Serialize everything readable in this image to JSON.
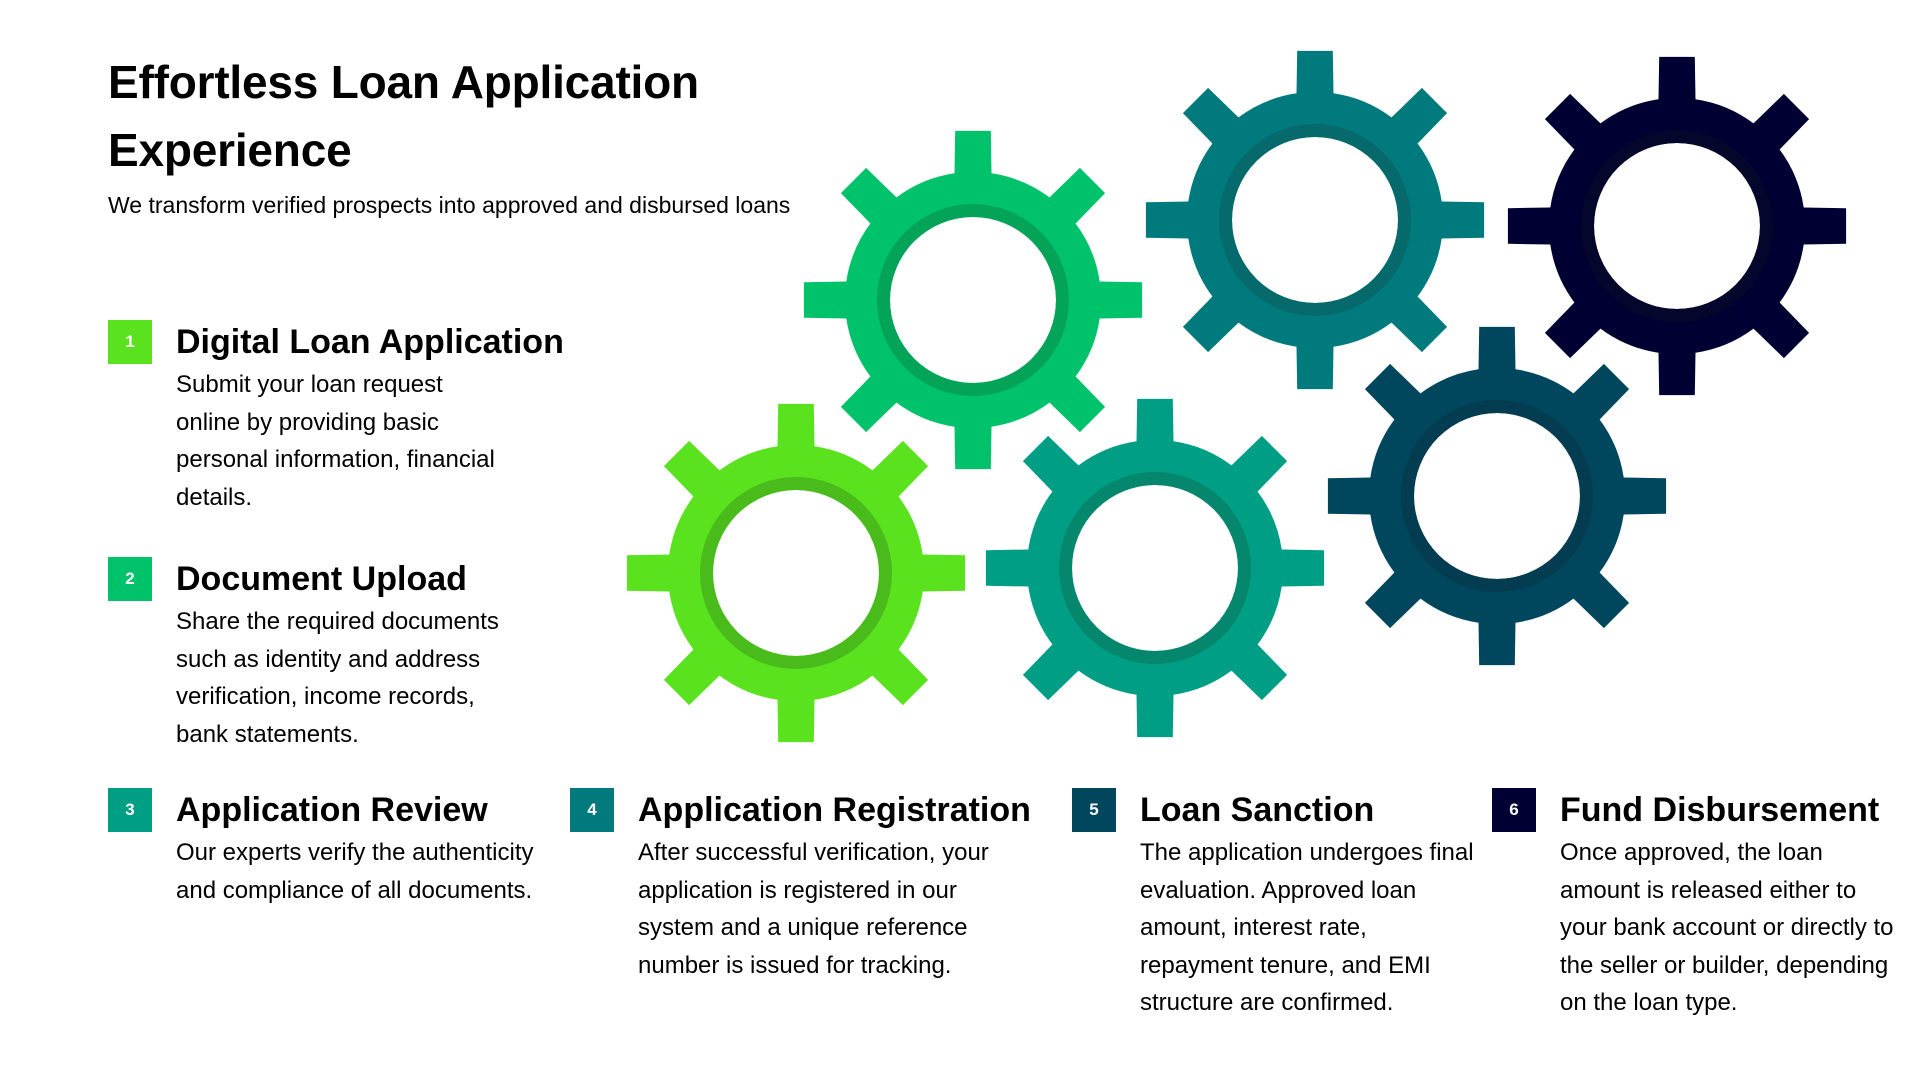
{
  "header": {
    "title": "Effortless Loan Application Experience",
    "subtitle": "We transform verified prospects into approved and disbursed loans"
  },
  "steps": [
    {
      "number": "1",
      "title": "Digital Loan Application",
      "description": "Submit your loan request online by providing basic personal information, financial details.",
      "color": "#5ae21f"
    },
    {
      "number": "2",
      "title": "Document Upload",
      "description": "Share the required documents such as identity and address verification, income records, bank statements.",
      "color": "#00c26a"
    },
    {
      "number": "3",
      "title": "Application Review",
      "description": "Our experts verify the authenticity and compliance of all documents.",
      "color": "#009e84"
    },
    {
      "number": "4",
      "title": "Application Registration",
      "description": "After successful verification, your application is registered in our system and a unique reference number is issued for tracking.",
      "color": "#007a7c"
    },
    {
      "number": "5",
      "title": "Loan Sanction",
      "description": "The application undergoes final evaluation. Approved loan amount, interest rate, repayment tenure, and EMI structure are confirmed.",
      "color": "#00465c"
    },
    {
      "number": "6",
      "title": "Fund Disbursement",
      "description": "Once approved, the loan amount is released either to your bank account or directly to the seller or builder, depending on the loan type.",
      "color": "#000033"
    }
  ],
  "gears": [
    {
      "icon": "gear-icon",
      "step": "1",
      "color": "#5ae21f",
      "ring": "#49bb1b"
    },
    {
      "icon": "gear-icon",
      "step": "2",
      "color": "#00c26a",
      "ring": "#04a458"
    },
    {
      "icon": "gear-icon",
      "step": "3",
      "color": "#009e84",
      "ring": "#04876d"
    },
    {
      "icon": "gear-icon",
      "step": "4",
      "color": "#007a7c",
      "ring": "#066a6d"
    },
    {
      "icon": "gear-icon",
      "step": "5",
      "color": "#00465c",
      "ring": "#043d51"
    },
    {
      "icon": "gear-icon",
      "step": "6",
      "color": "#000033",
      "ring": "#05062b"
    }
  ]
}
